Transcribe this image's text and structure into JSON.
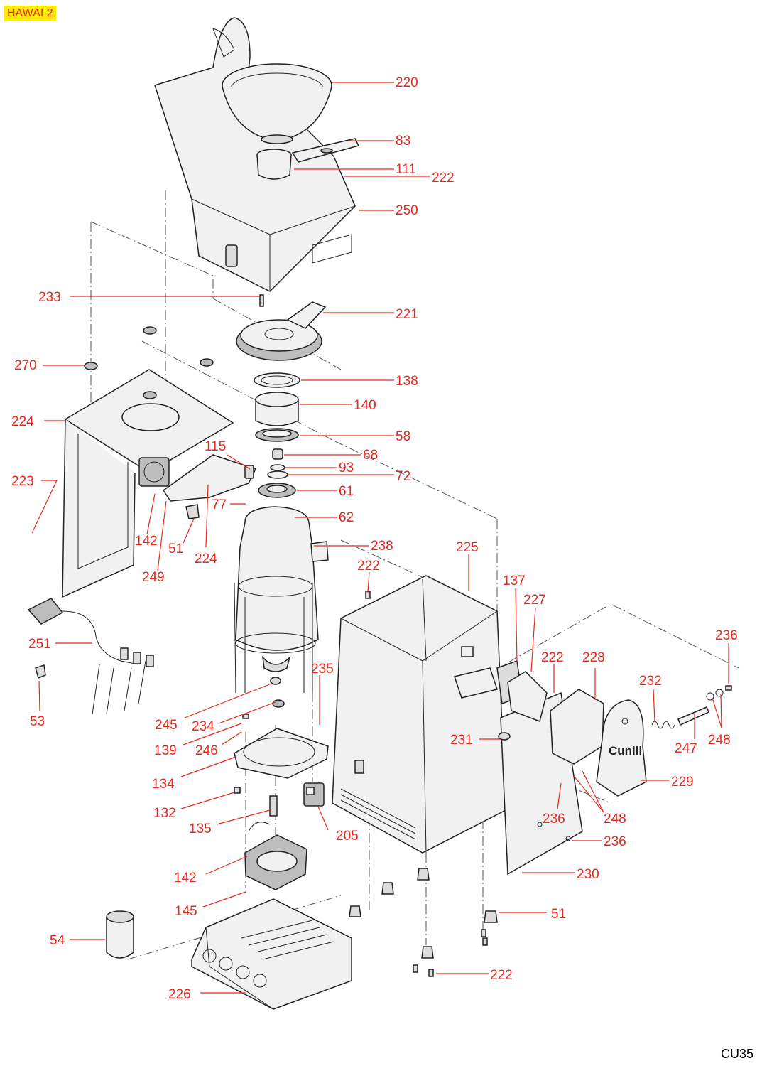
{
  "header": {
    "title": "HAWAI 2"
  },
  "footer": {
    "code": "CU35"
  },
  "brand": {
    "label": "Cunill"
  },
  "colors": {
    "callout": "#e8281e",
    "badge_bg": "#ffee00"
  },
  "callouts": [
    {
      "id": "220",
      "label": "220",
      "side": "right"
    },
    {
      "id": "83",
      "label": "83",
      "side": "right"
    },
    {
      "id": "111",
      "label": "111",
      "side": "right"
    },
    {
      "id": "222a",
      "label": "222",
      "side": "right"
    },
    {
      "id": "250",
      "label": "250",
      "side": "right"
    },
    {
      "id": "233",
      "label": "233",
      "side": "left"
    },
    {
      "id": "221",
      "label": "221",
      "side": "right"
    },
    {
      "id": "270",
      "label": "270",
      "side": "left"
    },
    {
      "id": "138",
      "label": "138",
      "side": "right"
    },
    {
      "id": "140",
      "label": "140",
      "side": "right"
    },
    {
      "id": "224a",
      "label": "224",
      "side": "left"
    },
    {
      "id": "58",
      "label": "58",
      "side": "right"
    },
    {
      "id": "115",
      "label": "115",
      "side": "left"
    },
    {
      "id": "68",
      "label": "68",
      "side": "right"
    },
    {
      "id": "93",
      "label": "93",
      "side": "right"
    },
    {
      "id": "223",
      "label": "223",
      "side": "left"
    },
    {
      "id": "72",
      "label": "72",
      "side": "right"
    },
    {
      "id": "61",
      "label": "61",
      "side": "right"
    },
    {
      "id": "77",
      "label": "77",
      "side": "left"
    },
    {
      "id": "62",
      "label": "62",
      "side": "right"
    },
    {
      "id": "142a",
      "label": "142",
      "side": "left"
    },
    {
      "id": "51a",
      "label": "51",
      "side": "left"
    },
    {
      "id": "238",
      "label": "238",
      "side": "right"
    },
    {
      "id": "225",
      "label": "225",
      "side": "right"
    },
    {
      "id": "224b",
      "label": "224",
      "side": "left"
    },
    {
      "id": "249",
      "label": "249",
      "side": "left"
    },
    {
      "id": "222b",
      "label": "222",
      "side": "right"
    },
    {
      "id": "137",
      "label": "137",
      "side": "right"
    },
    {
      "id": "227",
      "label": "227",
      "side": "right"
    },
    {
      "id": "236a",
      "label": "236",
      "side": "right"
    },
    {
      "id": "251",
      "label": "251",
      "side": "left"
    },
    {
      "id": "222c",
      "label": "222",
      "side": "right"
    },
    {
      "id": "228",
      "label": "228",
      "side": "right"
    },
    {
      "id": "235",
      "label": "235",
      "side": "right"
    },
    {
      "id": "232",
      "label": "232",
      "side": "right"
    },
    {
      "id": "53",
      "label": "53",
      "side": "left"
    },
    {
      "id": "245",
      "label": "245",
      "side": "left"
    },
    {
      "id": "234",
      "label": "234",
      "side": "left"
    },
    {
      "id": "231",
      "label": "231",
      "side": "left"
    },
    {
      "id": "247",
      "label": "247",
      "side": "right"
    },
    {
      "id": "248a",
      "label": "248",
      "side": "right"
    },
    {
      "id": "139",
      "label": "139",
      "side": "left"
    },
    {
      "id": "246",
      "label": "246",
      "side": "left"
    },
    {
      "id": "134",
      "label": "134",
      "side": "left"
    },
    {
      "id": "229",
      "label": "229",
      "side": "right"
    },
    {
      "id": "132",
      "label": "132",
      "side": "left"
    },
    {
      "id": "236b",
      "label": "236",
      "side": "right"
    },
    {
      "id": "248b",
      "label": "248",
      "side": "right"
    },
    {
      "id": "135",
      "label": "135",
      "side": "left"
    },
    {
      "id": "205",
      "label": "205",
      "side": "right"
    },
    {
      "id": "236c",
      "label": "236",
      "side": "right"
    },
    {
      "id": "230",
      "label": "230",
      "side": "right"
    },
    {
      "id": "142b",
      "label": "142",
      "side": "left"
    },
    {
      "id": "145",
      "label": "145",
      "side": "left"
    },
    {
      "id": "51b",
      "label": "51",
      "side": "right"
    },
    {
      "id": "54",
      "label": "54",
      "side": "left"
    },
    {
      "id": "222d",
      "label": "222",
      "side": "right"
    },
    {
      "id": "226",
      "label": "226",
      "side": "left"
    }
  ]
}
